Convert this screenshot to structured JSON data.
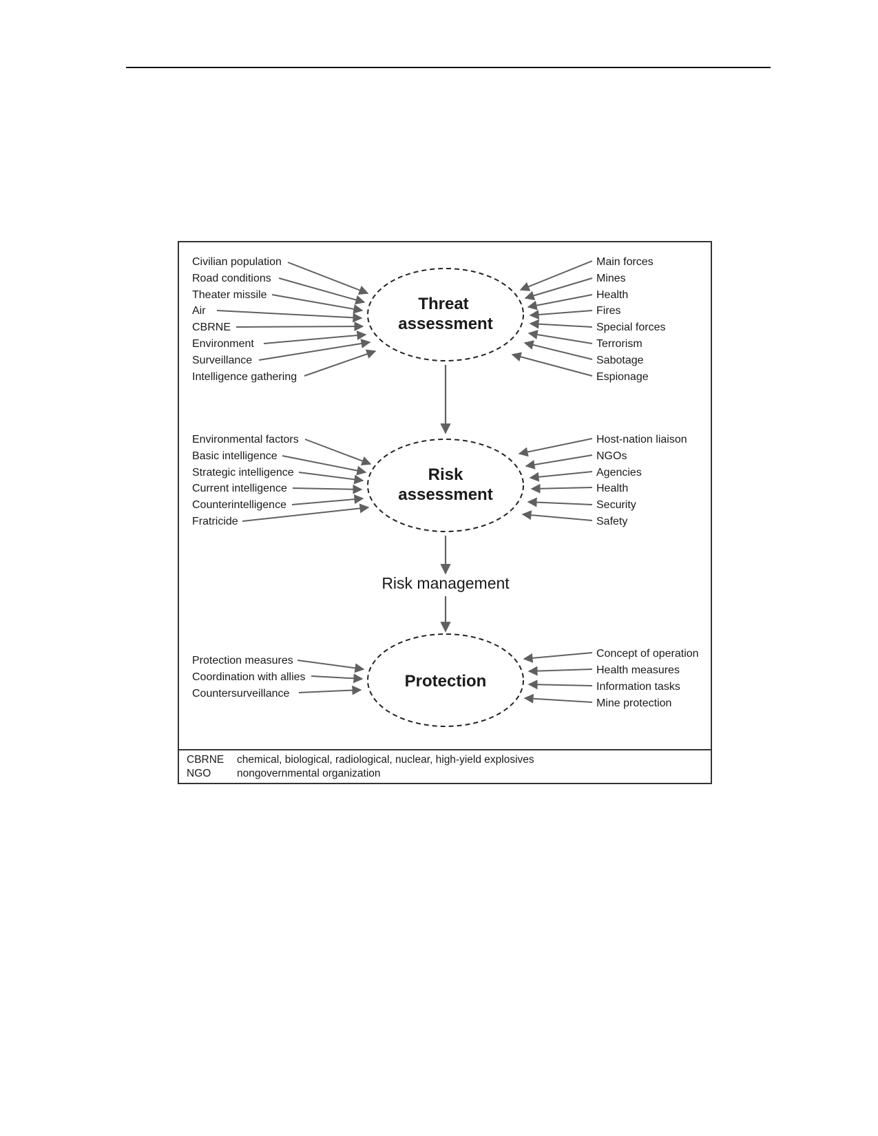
{
  "diagram": {
    "nodes": {
      "threat": {
        "lines": [
          "Threat",
          "assessment"
        ]
      },
      "risk": {
        "lines": [
          "Risk",
          "assessment"
        ]
      },
      "protection": {
        "lines": [
          "Protection"
        ]
      }
    },
    "risk_management_label": "Risk management",
    "threat_inputs_left": [
      "Civilian population",
      "Road conditions",
      "Theater missile",
      "Air",
      "CBRNE",
      "Environment",
      "Surveillance",
      "Intelligence gathering"
    ],
    "threat_inputs_right": [
      "Main forces",
      "Mines",
      "Health",
      "Fires",
      "Special forces",
      "Terrorism",
      "Sabotage",
      "Espionage"
    ],
    "risk_inputs_left": [
      "Environmental factors",
      "Basic intelligence",
      "Strategic intelligence",
      "Current intelligence",
      "Counterintelligence",
      "Fratricide"
    ],
    "risk_inputs_right": [
      "Host-nation liaison",
      "NGOs",
      "Agencies",
      "Health",
      "Security",
      "Safety"
    ],
    "protection_inputs_left": [
      "Protection measures",
      "Coordination with allies",
      "Countersurveillance"
    ],
    "protection_inputs_right": [
      "Concept of operation",
      "Health measures",
      "Information tasks",
      "Mine protection"
    ],
    "abbreviations": [
      {
        "abbr": "CBRNE",
        "definition": "chemical, biological, radiological, nuclear, high-yield explosives"
      },
      {
        "abbr": "NGO",
        "definition": "nongovernmental organization"
      }
    ]
  }
}
